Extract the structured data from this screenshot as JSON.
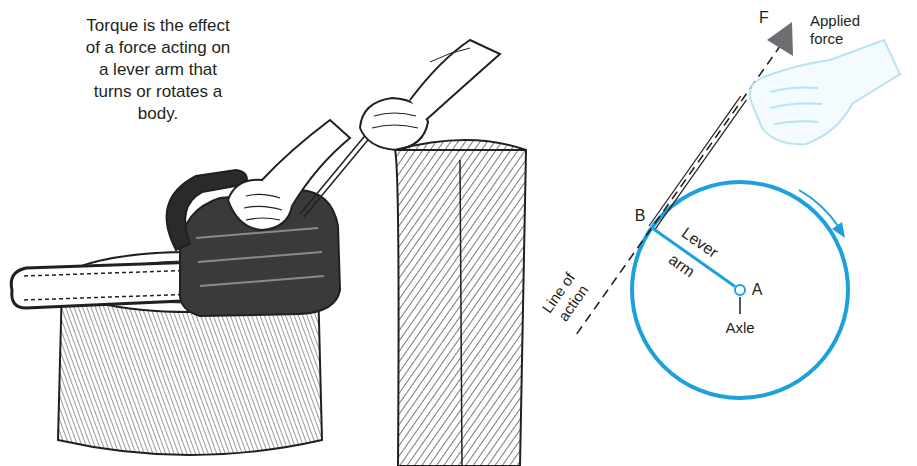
{
  "diagram": {
    "labels": [
      "Torque is the effect of a force acting on a lever arm that turns or rotates a body.",
      "F",
      "Applied force",
      "B",
      "Lever",
      "arm",
      "A",
      "Axle",
      "Line of action"
    ]
  }
}
